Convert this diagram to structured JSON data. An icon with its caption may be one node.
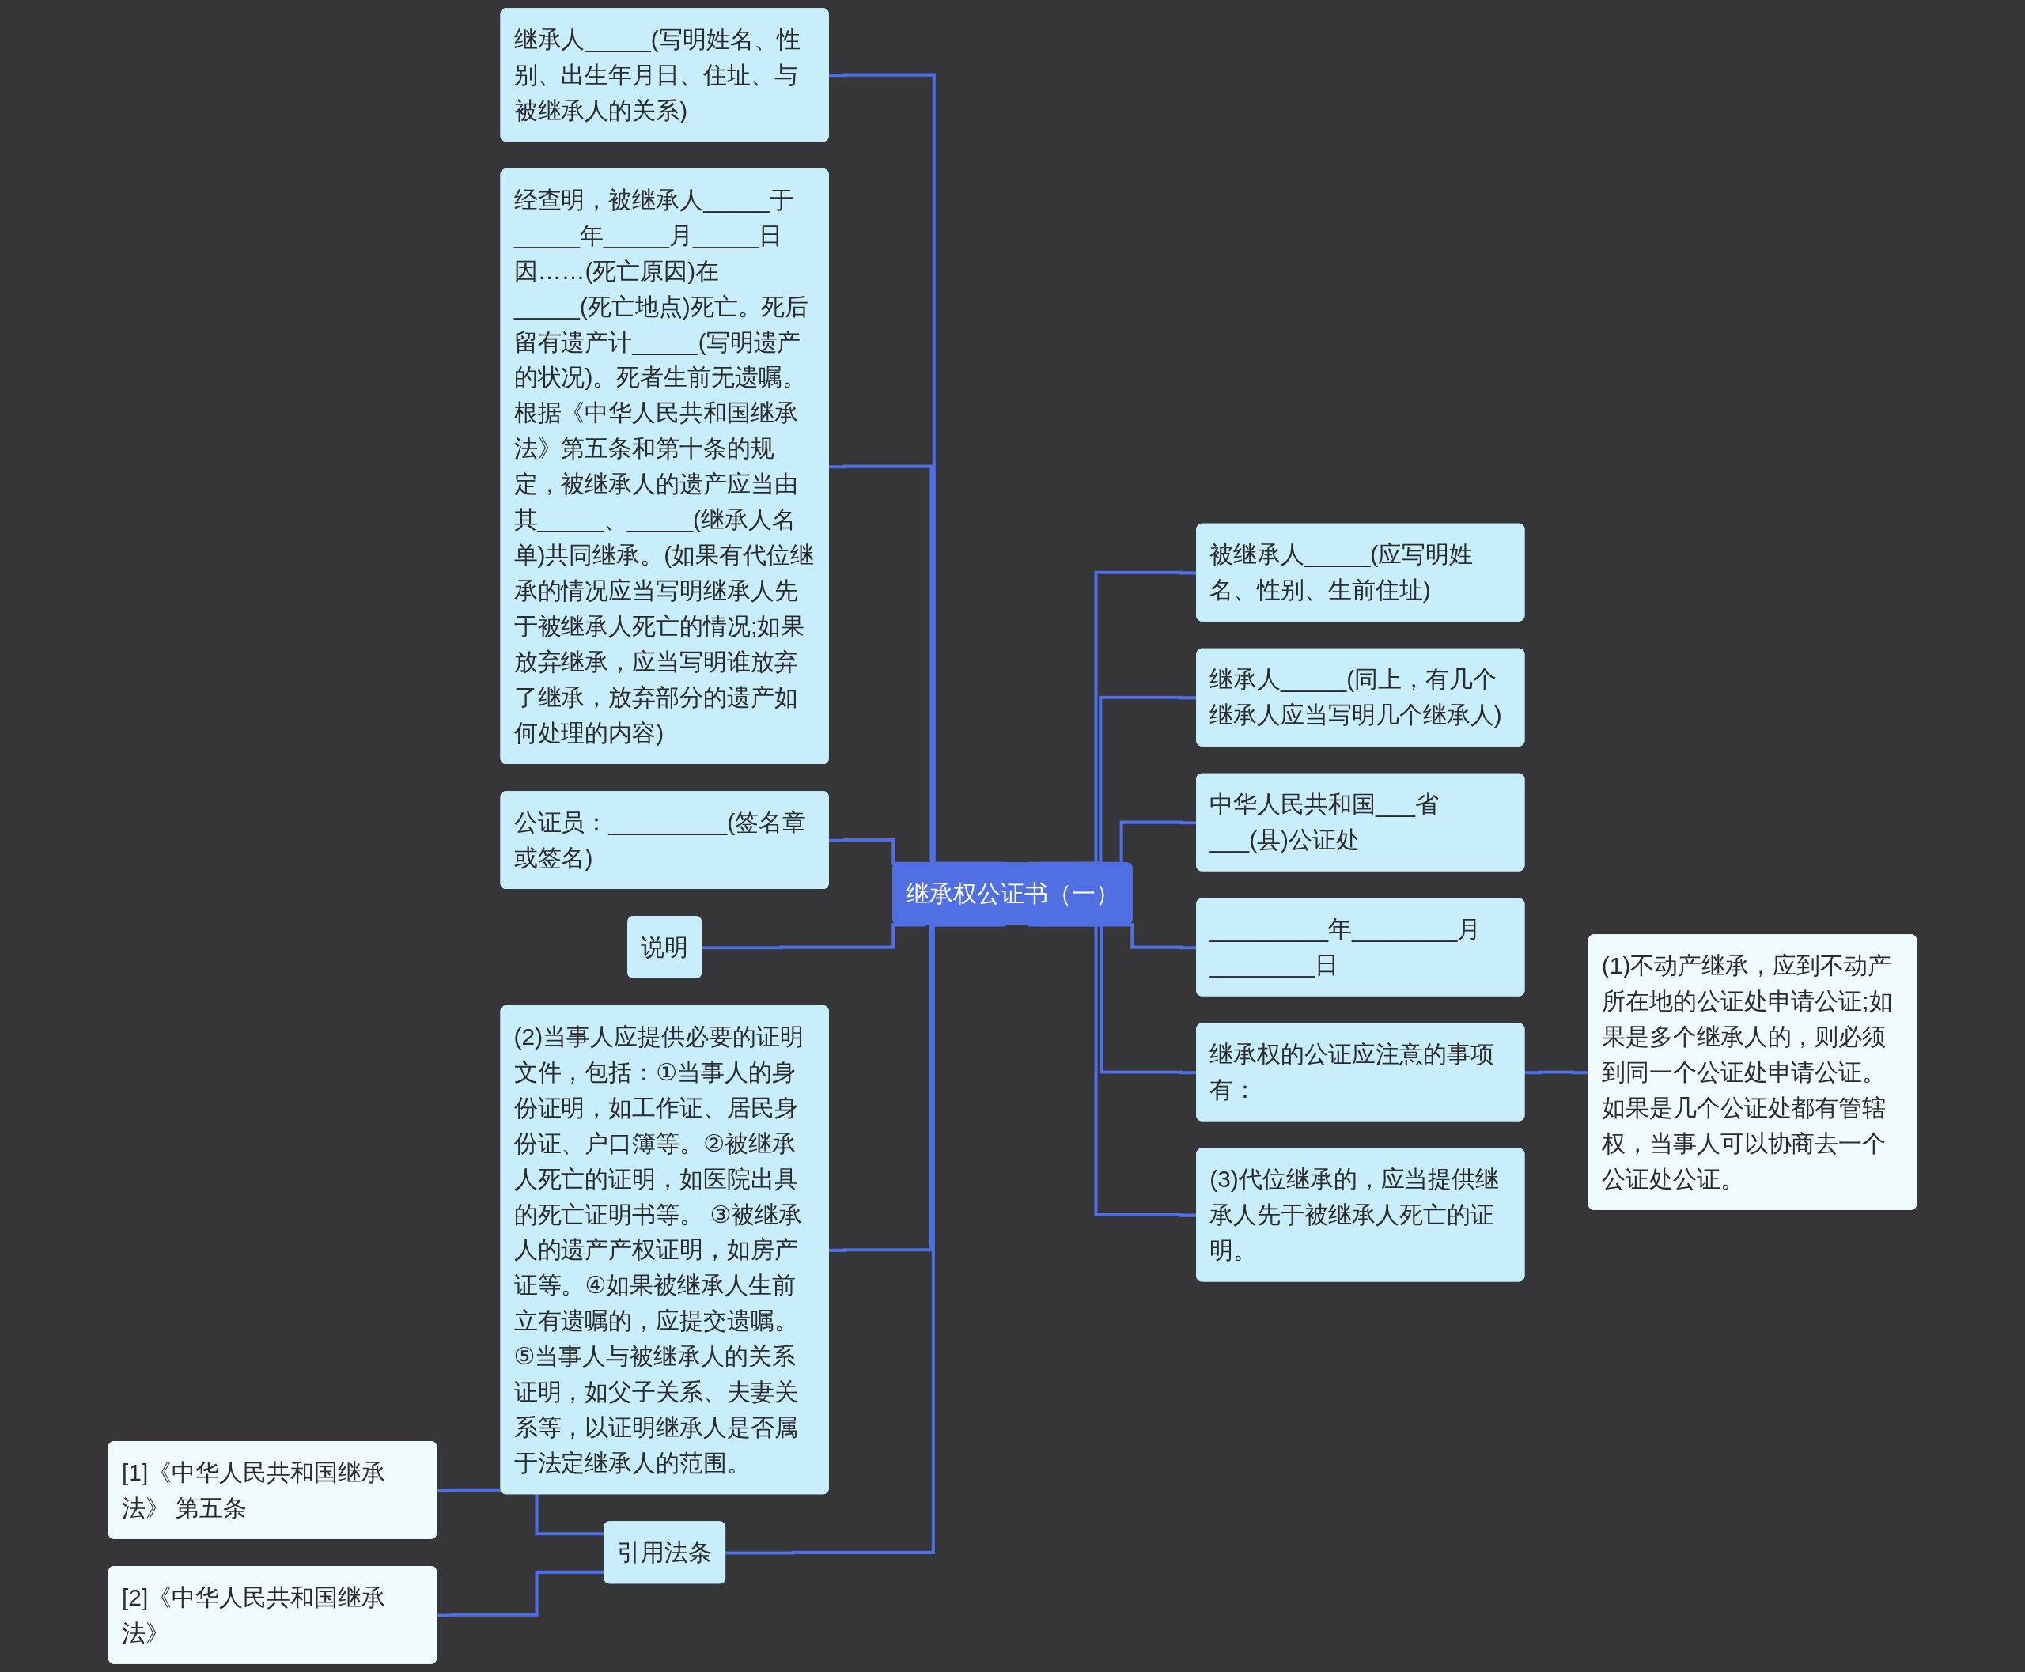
{
  "diagram": {
    "nodes": [
      {
        "text": [
          "继承权公证书（一）"
        ]
      },
      {
        "text": [
          "继承人_____(写明姓名、性别、出生年月日、住址、与被继承人的关系)"
        ]
      },
      {
        "text": [
          "经查明，被继承人_____于_____年_____月_____日因……(死亡原因)在_____(死亡地点)死亡。死后留有遗产计_____(写明遗产的状况)。死者生前无遗嘱。根据《中华人民共和国继承法》第五条和第十条的规定，被继承人的遗产应当由其_____、_____(继承人名单)共同继承。(如果有代位继承的情况应当写明继承人先于被继承人死亡的情况;如果放弃继承，应当写明谁放弃了继承，放弃部分的遗产如何处理的内容)"
        ]
      },
      {
        "text": [
          "公证员：_________(签名章或签名)"
        ]
      },
      {
        "text": [
          "说明"
        ]
      },
      {
        "text": [
          "(2)当事人应提供必要的证明文件，包括：①当事人的身份证明，如工作证、居民身份证、户口簿等。②被继承人死亡的证明，如医院出具的死亡证明书等。 ③被继承人的遗产产权证明，如房产证等。④如果被继承人生前立有遗嘱的，应提交遗嘱。⑤当事人与被继承人的关系证明，如父子关系、夫妻关系等，以证明继承人是否属于法定继承人的范围。"
        ]
      },
      {
        "text": [
          "引用法条"
        ]
      },
      {
        "text": [
          "[1]《中华人民共和国继承法》 第五条"
        ]
      },
      {
        "text": [
          "[2]《中华人民共和国继承法》"
        ]
      },
      {
        "text": [
          "被继承人_____(应写明姓名、性别、生前住址)"
        ]
      },
      {
        "text": [
          "继承人_____(同上，有几个继承人应当写明几个继承人)"
        ]
      },
      {
        "text": [
          "中华人民共和国___省___(县)公证处"
        ]
      },
      {
        "text": [
          "_________年________月________日"
        ]
      },
      {
        "text": [
          "继承权的公证应注意的事项有："
        ]
      },
      {
        "text": [
          "(1)不动产继承，应到不动产所在地的公证处申请公证;如果是多个继承人的，则必须到同一个公证处申请公证。如果是几个公证处都有管辖权，当事人可以协商去一个公证处公证。"
        ]
      },
      {
        "text": [
          "(3)代位继承的，应当提供继承人先于被继承人死亡的证明。"
        ]
      }
    ],
    "edges": [
      {
        "from": 0,
        "to": 1,
        "arrow": "none"
      },
      {
        "from": 0,
        "to": 2,
        "arrow": "none"
      },
      {
        "from": 0,
        "to": 3,
        "arrow": "none"
      },
      {
        "from": 0,
        "to": 4,
        "arrow": "none"
      },
      {
        "from": 0,
        "to": 5,
        "arrow": "none"
      },
      {
        "from": 0,
        "to": 6,
        "arrow": "none"
      },
      {
        "from": 6,
        "to": 7,
        "arrow": "none"
      },
      {
        "from": 6,
        "to": 8,
        "arrow": "none"
      },
      {
        "from": 0,
        "to": 9,
        "arrow": "none"
      },
      {
        "from": 0,
        "to": 10,
        "arrow": "none"
      },
      {
        "from": 0,
        "to": 11,
        "arrow": "none"
      },
      {
        "from": 0,
        "to": 12,
        "arrow": "none"
      },
      {
        "from": 0,
        "to": 13,
        "arrow": "none"
      },
      {
        "from": 13,
        "to": 14,
        "arrow": "none"
      },
      {
        "from": 0,
        "to": 15,
        "arrow": "none"
      }
    ]
  }
}
